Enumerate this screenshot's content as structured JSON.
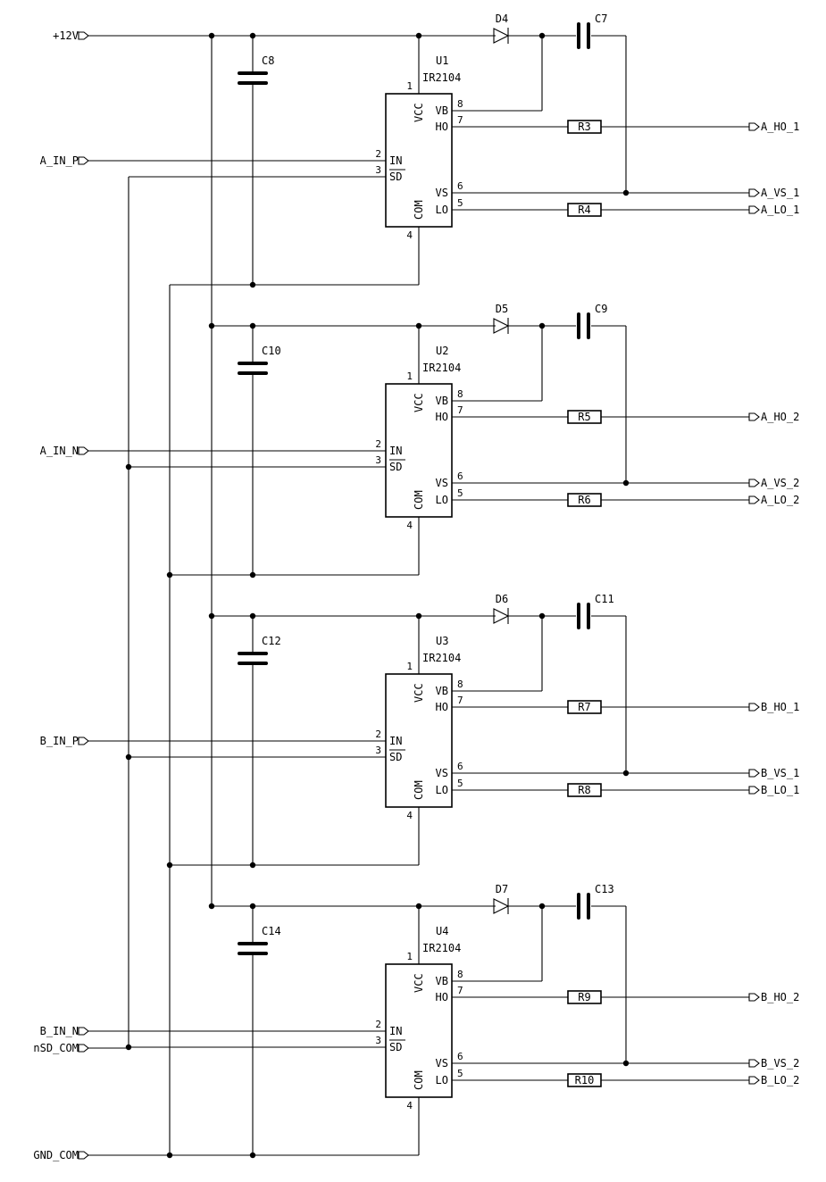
{
  "inputs": {
    "vcc": "+12V",
    "a_in_p": "A_IN_P",
    "a_in_n": "A_IN_N",
    "b_in_p": "B_IN_P",
    "b_in_n": "B_IN_N",
    "nsd_com": "nSD_COM",
    "gnd_com": "GND_COM"
  },
  "pin_names": {
    "vcc": "VCC",
    "vb": "VB",
    "ho": "HO",
    "in": "IN",
    "sd": "SD",
    "vs": "VS",
    "lo": "LO",
    "com": "COM"
  },
  "pin_numbers": {
    "vcc": "1",
    "in": "2",
    "sd": "3",
    "com": "4",
    "lo": "5",
    "vs": "6",
    "ho": "7",
    "vb": "8"
  },
  "stages": [
    {
      "ref": "U1",
      "part": "IR2104",
      "diode": "D4",
      "boot_cap": "C7",
      "vcc_cap": "C8",
      "r_ho": "R3",
      "r_lo": "R4",
      "out_ho": "A_HO_1",
      "out_vs": "A_VS_1",
      "out_lo": "A_LO_1"
    },
    {
      "ref": "U2",
      "part": "IR2104",
      "diode": "D5",
      "boot_cap": "C9",
      "vcc_cap": "C10",
      "r_ho": "R5",
      "r_lo": "R6",
      "out_ho": "A_HO_2",
      "out_vs": "A_VS_2",
      "out_lo": "A_LO_2"
    },
    {
      "ref": "U3",
      "part": "IR2104",
      "diode": "D6",
      "boot_cap": "C11",
      "vcc_cap": "C12",
      "r_ho": "R7",
      "r_lo": "R8",
      "out_ho": "B_HO_1",
      "out_vs": "B_VS_1",
      "out_lo": "B_LO_1"
    },
    {
      "ref": "U4",
      "part": "IR2104",
      "diode": "D7",
      "boot_cap": "C13",
      "vcc_cap": "C14",
      "r_ho": "R9",
      "r_lo": "R10",
      "out_ho": "B_HO_2",
      "out_vs": "B_VS_2",
      "out_lo": "B_LO_2"
    }
  ]
}
